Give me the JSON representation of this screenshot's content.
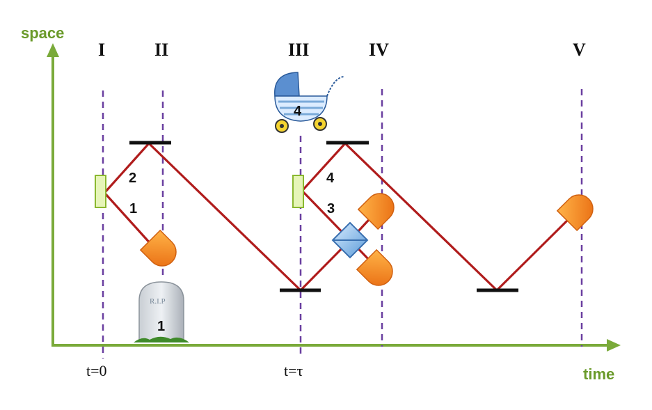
{
  "axes": {
    "y_label": "space",
    "x_label": "time"
  },
  "stages": [
    "I",
    "II",
    "III",
    "IV",
    "V"
  ],
  "time_marks": [
    "t=0",
    "t=τ"
  ],
  "photon_labels": {
    "p2": "2",
    "p1": "1",
    "p4": "4",
    "p3": "3"
  },
  "icons": {
    "grave": {
      "text": "R.I.P",
      "number": "1"
    },
    "stroller": {
      "number": "4"
    }
  },
  "colors": {
    "axis": "#6a9a2a",
    "path": "#b01c1c",
    "dashed": "#6a3fa0",
    "detector": "#f0882a"
  }
}
